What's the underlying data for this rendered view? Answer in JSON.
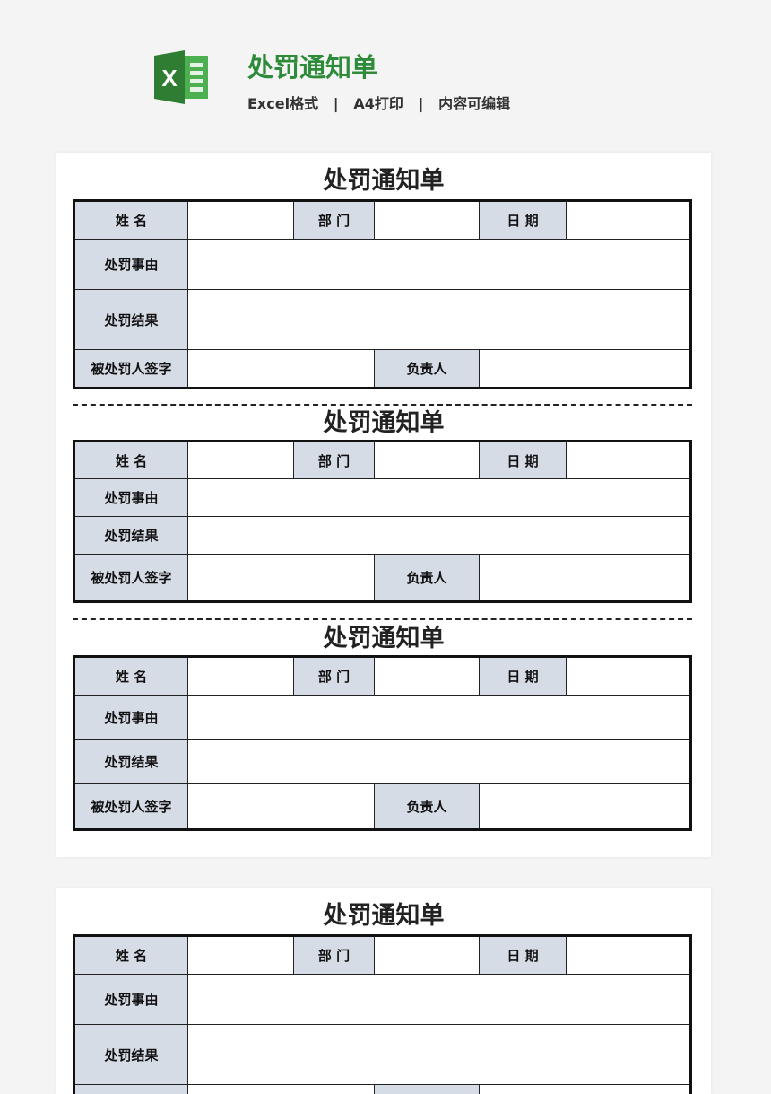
{
  "header": {
    "title": "处罚通知单",
    "subtitle": "Excel格式   |   A4打印   |   内容可编辑",
    "icon": "excel-icon",
    "accent": "#2e8b3a"
  },
  "form": {
    "title": "处罚通知单",
    "name": "姓 名",
    "dept": "部 门",
    "date": "日 期",
    "reason": "处罚事由",
    "result": "处罚结果",
    "signature": "被处罚人签字",
    "manager": "负责人"
  },
  "colors": {
    "label_bg": "#d6dce6"
  }
}
